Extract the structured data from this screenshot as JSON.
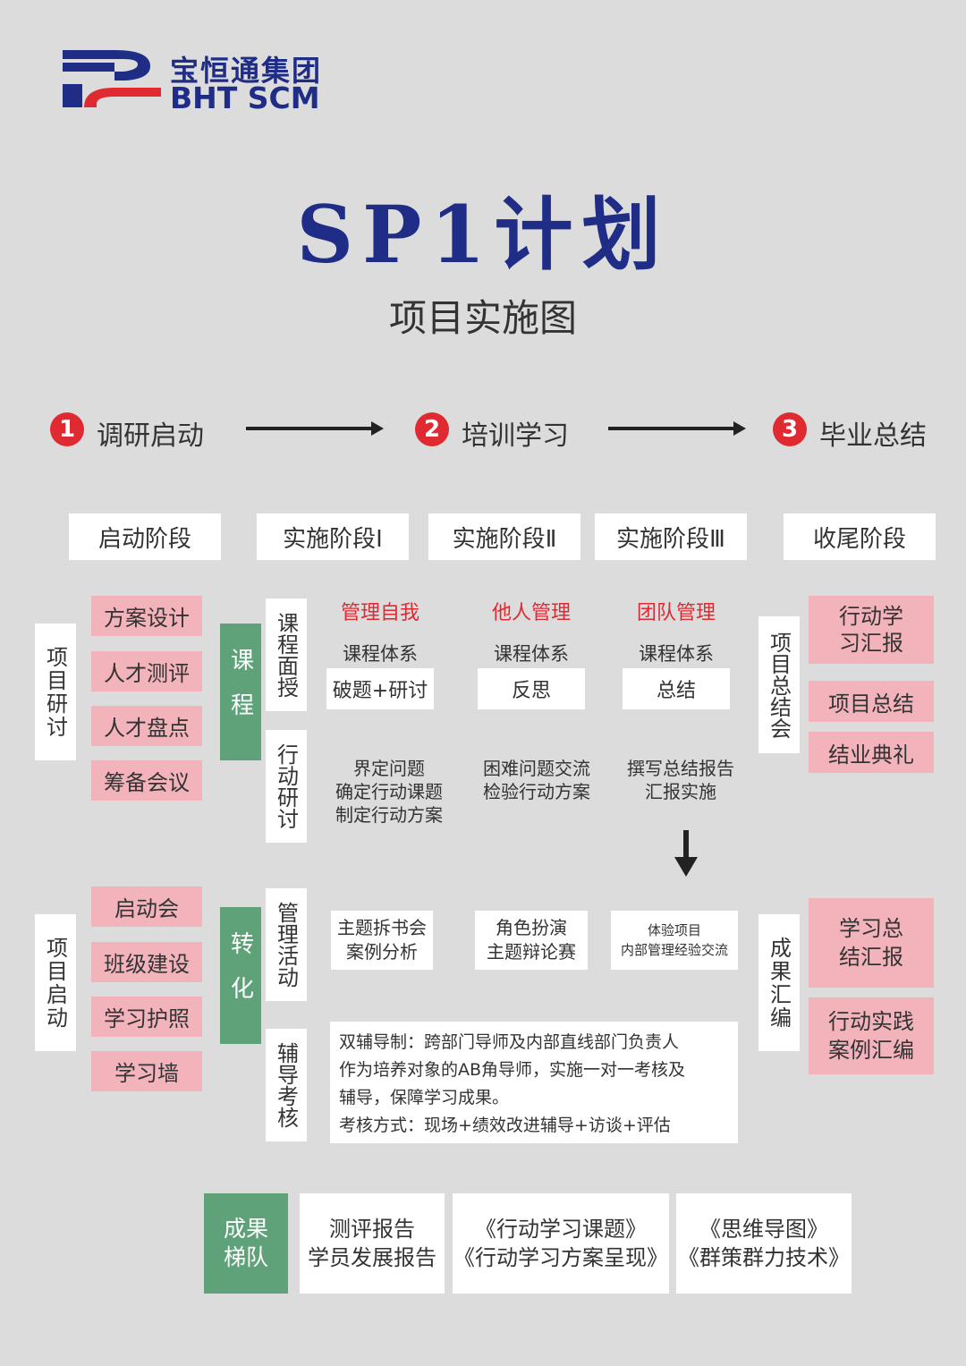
{
  "logo": {
    "cn": "宝恒通集团",
    "en": "BHT SCM"
  },
  "title": "SP1计划",
  "subtitle": "项目实施图",
  "steps": [
    {
      "num": "1",
      "label": "调研启动"
    },
    {
      "num": "2",
      "label": "培训学习"
    },
    {
      "num": "3",
      "label": "毕业总结"
    }
  ],
  "phases": [
    "启动阶段",
    "实施阶段Ⅰ",
    "实施阶段Ⅱ",
    "实施阶段Ⅲ",
    "收尾阶段"
  ],
  "left_top_label": "项目研讨",
  "left_top_items": [
    "方案设计",
    "人才测评",
    "人才盘点",
    "筹备会议"
  ],
  "left_bottom_label": "项目启动",
  "left_bottom_items": [
    "启动会",
    "班级建设",
    "学习护照",
    "学习墙"
  ],
  "green_course": "课程",
  "green_transform": "转化",
  "sub_labels": {
    "course_face": "课程面授",
    "action_seminar": "行动研讨",
    "mgmt_activity": "管理活动",
    "coach_assess": "辅导考核"
  },
  "columns": [
    {
      "topic": "管理自我",
      "system": "课程体系",
      "box": "破题+研讨",
      "action": [
        "界定问题",
        "确定行动课题",
        "制定行动方案"
      ],
      "activity": [
        "主题拆书会",
        "案例分析"
      ]
    },
    {
      "topic": "他人管理",
      "system": "课程体系",
      "box": "反思",
      "action": [
        "困难问题交流",
        "检验行动方案"
      ],
      "activity": [
        "角色扮演",
        "主题辩论赛"
      ]
    },
    {
      "topic": "团队管理",
      "system": "课程体系",
      "box": "总结",
      "action": [
        "撰写总结报告",
        "汇报实施"
      ],
      "activity": [
        "体验项目",
        "内部管理经验交流"
      ]
    }
  ],
  "coach_text": [
    "双辅导制：跨部门导师及内部直线部门负责人",
    "作为培养对象的AB角导师，实施一对一考核及",
    "辅导，保障学习成果。",
    "考核方式：现场+绩效改进辅导+访谈+评估"
  ],
  "right_top_label": "项目总结会",
  "right_top_items": [
    "行动学习汇报",
    "项目总结",
    "结业典礼"
  ],
  "right_bottom_label": "成果汇编",
  "right_bottom_items": [
    "学习总结汇报",
    "行动实践案例汇编"
  ],
  "results": {
    "label": "成果梯队",
    "items": [
      [
        "测评报告",
        "学员发展报告"
      ],
      [
        "《行动学习课题》",
        "《行动学习方案呈现》"
      ],
      [
        "《思维导图》",
        "《群策群力技术》"
      ]
    ]
  },
  "colors": {
    "navy": "#1f2d86",
    "red": "#e02a32",
    "pink": "#f2b3bb",
    "green": "#5fa27a",
    "bg": "#dcdcdc"
  }
}
